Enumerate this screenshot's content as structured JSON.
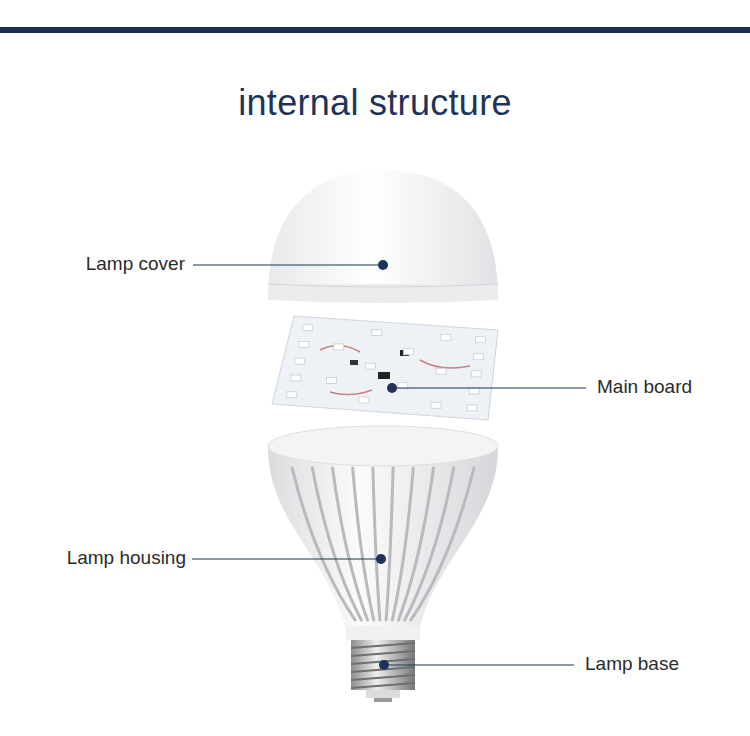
{
  "diagram": {
    "title": "internal structure",
    "labels": [
      "Lamp cover",
      "Main board",
      "Lamp housing",
      "Lamp base"
    ]
  }
}
